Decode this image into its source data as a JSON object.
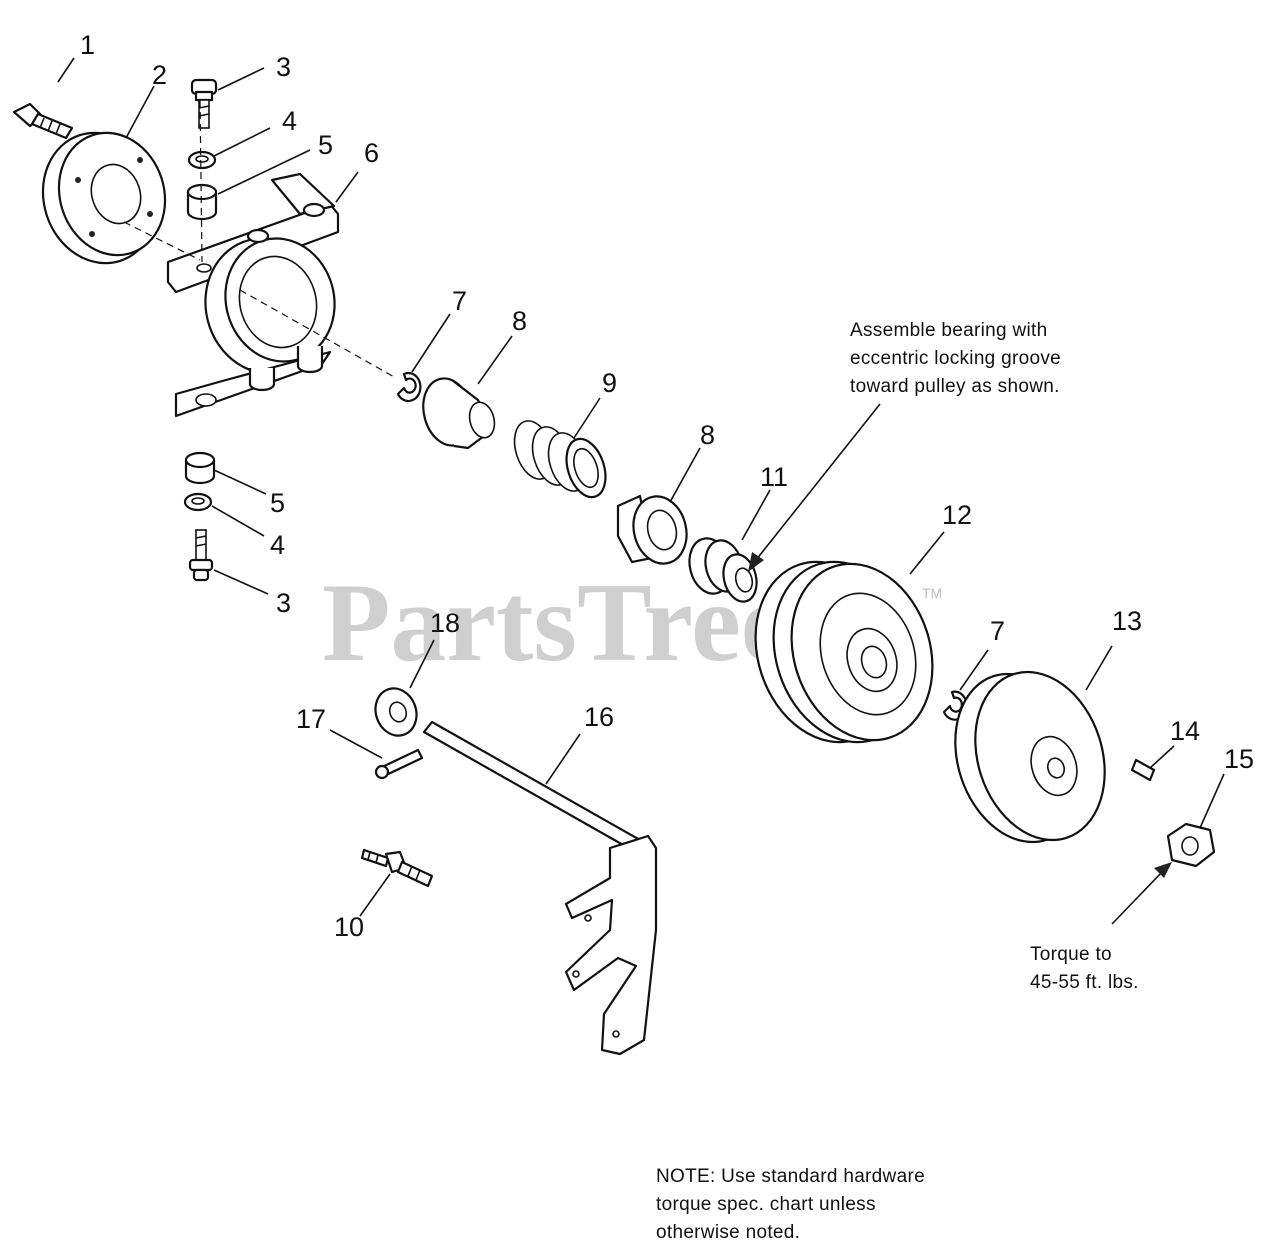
{
  "watermark": {
    "text": "PartsTree",
    "tm": "TM"
  },
  "annotations": {
    "bearing_note": [
      "Assemble bearing with",
      "eccentric locking groove",
      "toward pulley as shown."
    ],
    "torque_note": [
      "Torque to",
      "45-55 ft. lbs."
    ],
    "general_note": [
      "NOTE: Use standard hardware",
      "torque spec. chart unless",
      "otherwise noted."
    ]
  },
  "callouts": [
    {
      "id": "c1",
      "label": "1"
    },
    {
      "id": "c2",
      "label": "2"
    },
    {
      "id": "c3a",
      "label": "3"
    },
    {
      "id": "c4a",
      "label": "4"
    },
    {
      "id": "c5a",
      "label": "5"
    },
    {
      "id": "c6",
      "label": "6"
    },
    {
      "id": "c7a",
      "label": "7"
    },
    {
      "id": "c8a",
      "label": "8"
    },
    {
      "id": "c9",
      "label": "9"
    },
    {
      "id": "c8b",
      "label": "8"
    },
    {
      "id": "c11",
      "label": "11"
    },
    {
      "id": "c12",
      "label": "12"
    },
    {
      "id": "c5b",
      "label": "5"
    },
    {
      "id": "c4b",
      "label": "4"
    },
    {
      "id": "c3b",
      "label": "3"
    },
    {
      "id": "c18",
      "label": "18"
    },
    {
      "id": "c17",
      "label": "17"
    },
    {
      "id": "c16",
      "label": "16"
    },
    {
      "id": "c7b",
      "label": "7"
    },
    {
      "id": "c13",
      "label": "13"
    },
    {
      "id": "c14",
      "label": "14"
    },
    {
      "id": "c15",
      "label": "15"
    },
    {
      "id": "c10",
      "label": "10"
    }
  ]
}
